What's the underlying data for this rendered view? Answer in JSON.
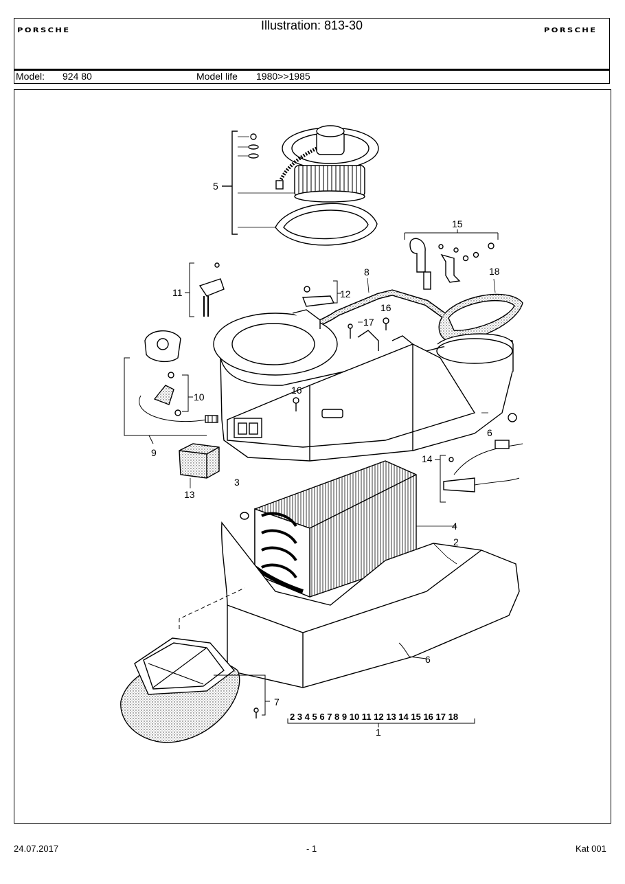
{
  "header": {
    "brand": "PORSCHE",
    "title": "Illustration: 813-30",
    "model_label": "Model:",
    "model_value": "924 80",
    "model_life_label": "Model life",
    "model_life_value": "1980>>1985"
  },
  "callouts": {
    "c1": "1",
    "c2": "2",
    "c3": "3",
    "c4": "4",
    "c5": "5",
    "c6a": "6",
    "c6b": "6",
    "c7": "7",
    "c8": "8",
    "c9": "9",
    "c10": "10",
    "c11": "11",
    "c12": "12",
    "c13": "13",
    "c14": "14",
    "c15": "15",
    "c16a": "16",
    "c16b": "16",
    "c17": "17",
    "c18": "18"
  },
  "assembly_list": "2 3 4 5 6 7 8 9 10 11 12 13 14 15 16 17 18",
  "footer": {
    "date": "24.07.2017",
    "page": "- 1",
    "catalog": "Kat 001"
  }
}
